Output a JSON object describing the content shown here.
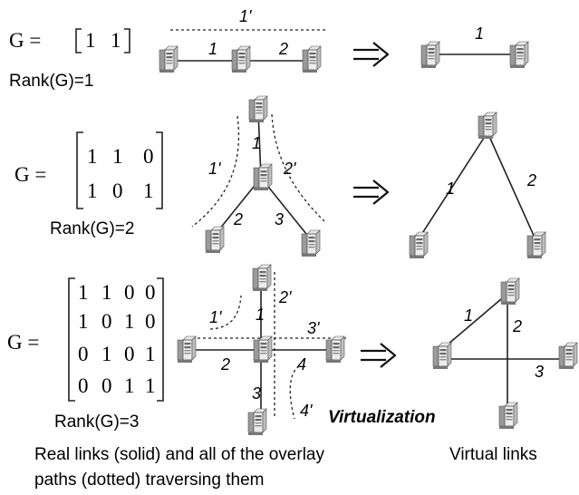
{
  "rows": [
    {
      "g": "G =",
      "matrix": [
        [
          "1",
          "1"
        ]
      ],
      "rank": "Rank(G)=1",
      "real_links": [
        "1",
        "2"
      ],
      "overlay_paths": [
        "1'"
      ],
      "virtual_links": [
        "1"
      ]
    },
    {
      "g": "G =",
      "matrix": [
        [
          "1",
          "1",
          "0"
        ],
        [
          "1",
          "0",
          "1"
        ]
      ],
      "rank": "Rank(G)=2",
      "real_links": [
        "1",
        "2",
        "3"
      ],
      "overlay_paths": [
        "1'",
        "2'"
      ],
      "virtual_links": [
        "1",
        "2"
      ]
    },
    {
      "g": "G =",
      "matrix": [
        [
          "1",
          "1",
          "0",
          "0"
        ],
        [
          "1",
          "0",
          "1",
          "0"
        ],
        [
          "0",
          "1",
          "0",
          "1"
        ],
        [
          "0",
          "0",
          "1",
          "1"
        ]
      ],
      "rank": "Rank(G)=3",
      "real_links": [
        "1",
        "2",
        "3",
        "4"
      ],
      "overlay_paths": [
        "1'",
        "2'",
        "3'",
        "4'"
      ],
      "virtual_links": [
        "1",
        "2",
        "3"
      ]
    }
  ],
  "arrow": "⇒",
  "virtualization_label": "Virtualization",
  "caption_left_line1": "Real links (solid) and all of the overlay",
  "caption_left_line2": "paths (dotted) traversing them",
  "caption_right": "Virtual links",
  "icons": {
    "node": "server-tower-icon",
    "arrow": "implies-arrow-icon"
  }
}
